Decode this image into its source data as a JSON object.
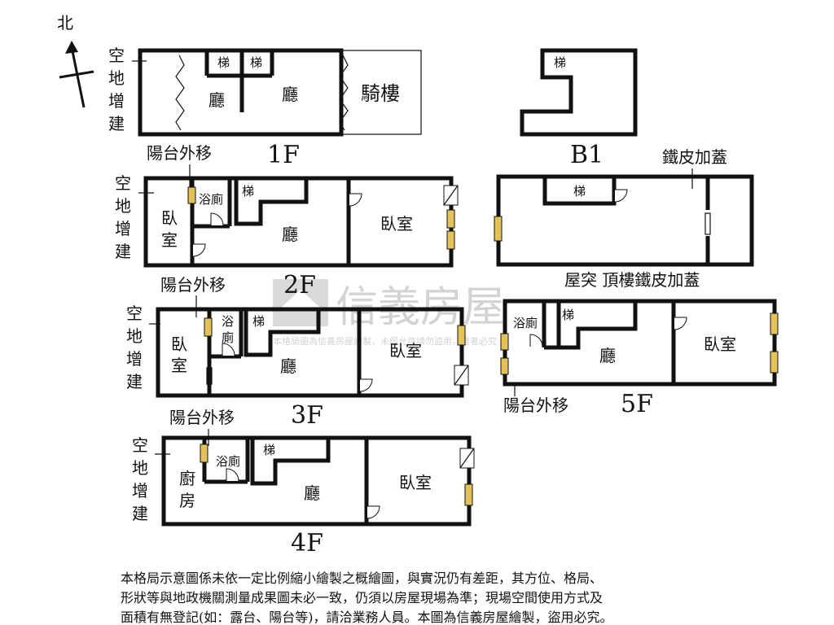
{
  "north": {
    "label": "北"
  },
  "watermark": {
    "brand": "信義房屋",
    "caption": "本格局圖為信義房屋繪製，未經允許請勿盜用，違者必究"
  },
  "floors": {
    "f1": {
      "label": "1F",
      "side": [
        "空",
        "地",
        "增",
        "建"
      ],
      "rooms": [
        "梯",
        "梯",
        "廳",
        "廳",
        "騎樓"
      ]
    },
    "b1": {
      "label": "B1",
      "rooms": [
        "梯"
      ]
    },
    "f2": {
      "label": "2F",
      "balcony": "陽台外移",
      "side": [
        "空",
        "地",
        "增",
        "建"
      ],
      "rooms": [
        "浴廁",
        "梯",
        "臥",
        "室",
        "廳",
        "臥室"
      ]
    },
    "roof": {
      "label": "屋突 頂樓鐵皮加蓋",
      "top_note": "鐵皮加蓋",
      "rooms": [
        "梯"
      ]
    },
    "f3": {
      "label": "3F",
      "balcony": "陽台外移",
      "side": [
        "空",
        "地",
        "增",
        "建"
      ],
      "rooms": [
        "浴",
        "廁",
        "梯",
        "臥",
        "室",
        "廳",
        "臥室"
      ]
    },
    "f5": {
      "label": "5F",
      "balcony": "陽台外移",
      "rooms": [
        "浴廁",
        "梯",
        "廳",
        "臥室"
      ]
    },
    "f4": {
      "label": "4F",
      "balcony": "陽台外移",
      "side": [
        "空",
        "地",
        "增",
        "建"
      ],
      "rooms": [
        "浴廁",
        "梯",
        "廚",
        "房",
        "廳",
        "臥室"
      ]
    }
  },
  "disclaimer": [
    "本格局示意圖係未依一定比例縮小繪製之概繪圖，與實況仍有差距，其方位、格局、",
    "形狀等與地政機關測量成果圖未必一致，仍須以房屋現場為準；現場空間使用方式及",
    "面積有無登記(如：露台、陽台等)，請洽業務人員。本圖為信義房屋繪製，盜用必究。"
  ]
}
